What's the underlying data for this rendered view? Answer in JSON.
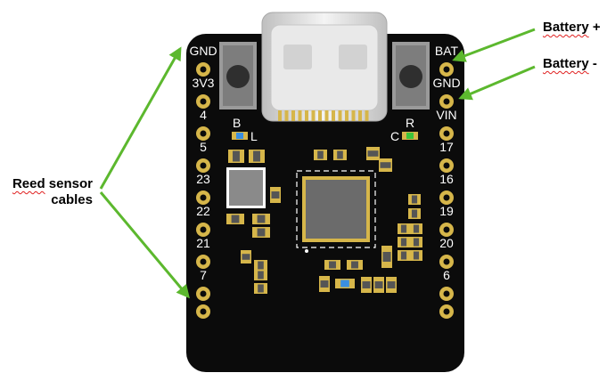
{
  "board": {
    "left_pins": [
      "GND",
      "3V3",
      "4",
      "5",
      "23",
      "22",
      "21",
      "7"
    ],
    "right_pins": [
      "BAT",
      "GND",
      "VIN",
      "17",
      "16",
      "19",
      "20",
      "6"
    ],
    "button_b": "B",
    "button_r": "R",
    "led_l": "L",
    "led_c": "C"
  },
  "annotations": {
    "battery_plus": {
      "word": "Battery",
      "suffix": "+"
    },
    "battery_minus": {
      "word": "Battery",
      "suffix": "-"
    },
    "reed": {
      "line1_word": "Reed",
      "line1_rest": "sensor",
      "line2": "cables"
    }
  },
  "colors": {
    "pcb": "#0b0b0b",
    "pad_gold": "#d6b64a",
    "arrow_green": "#5cb82e",
    "chip_gray": "#6b6b6b",
    "usb_silver": "#d9d9d9"
  }
}
